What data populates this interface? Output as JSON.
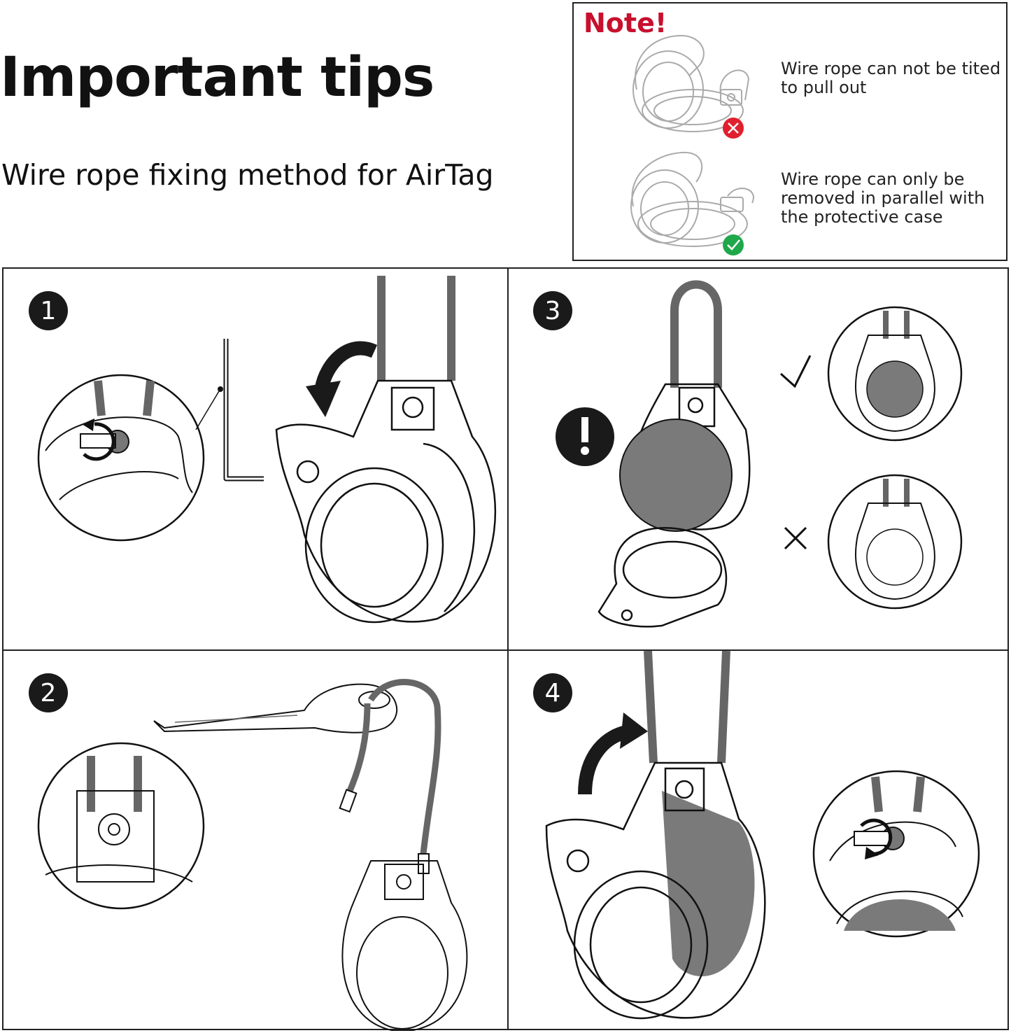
{
  "header": {
    "title": "Important tips",
    "subtitle": "Wire rope fixing method for AirTag"
  },
  "note": {
    "title": "Note!",
    "items": [
      {
        "text": "Wire rope can not be tited to pull out",
        "status": "incorrect",
        "icon": "red-x-icon"
      },
      {
        "text": "Wire rope can only be removed in parallel with the protective case",
        "status": "correct",
        "icon": "green-check-icon"
      }
    ]
  },
  "steps": [
    {
      "number": "1"
    },
    {
      "number": "3"
    },
    {
      "number": "2"
    },
    {
      "number": "4"
    }
  ],
  "colors": {
    "note_title": "#c8102e",
    "wrong_icon": "#e0202e",
    "correct_icon": "#1fa84a",
    "badge": "#1a1a1a",
    "disc": "#7a7a7a",
    "rope": "#666666"
  }
}
